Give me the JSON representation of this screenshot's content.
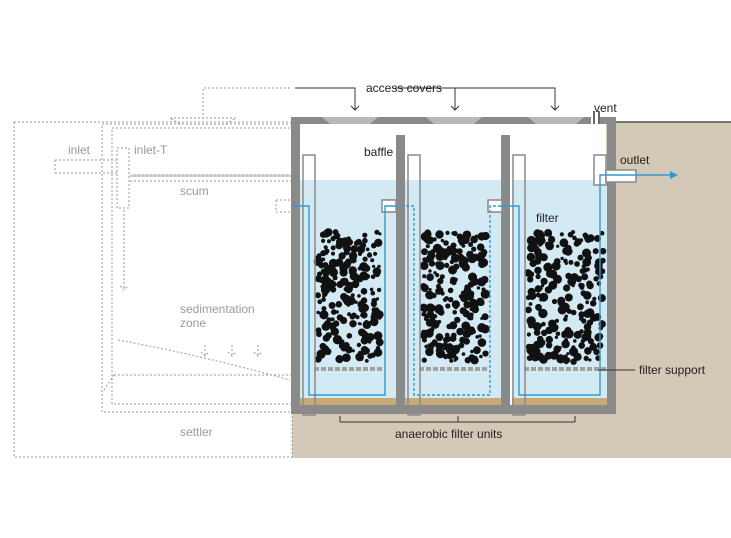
{
  "labels": {
    "access_covers": "access covers",
    "vent": "vent",
    "baffle": "baffle",
    "outlet": "outlet",
    "filter": "filter",
    "filter_support": "filter support",
    "anaerobic_filter_units": "anaerobic filter units",
    "inlet": "inlet",
    "inlet_t": "inlet-T",
    "scum": "scum",
    "sedimentation_zone_line1": "sedimentation",
    "sedimentation_zone_line2": "zone",
    "settler": "settler"
  },
  "colors": {
    "ground": "#d4c8b6",
    "water": "#d3e9f4",
    "wall": "#8a8a8a",
    "flow": "#3399cc",
    "media": "#111111",
    "sludge": "#c8a97a",
    "dashed": "#9a9a9a",
    "cover": "#b8b8b8"
  },
  "icons": {
    "flow_arrow": "arrow-right-icon",
    "filter_media": "gravel-media-icon"
  }
}
